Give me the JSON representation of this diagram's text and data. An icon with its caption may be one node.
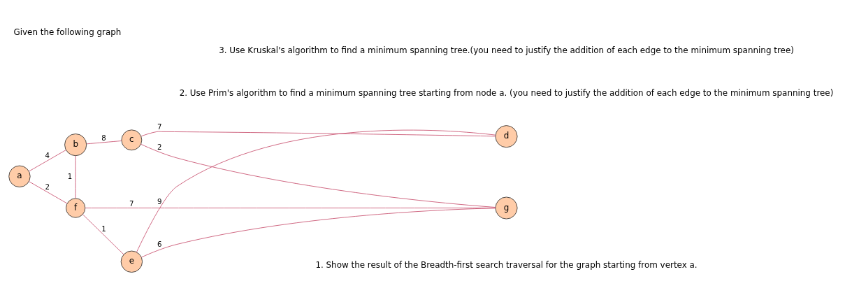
{
  "diagram": {
    "title": "Given the following graph",
    "nodes": [
      {
        "text": [
          "a"
        ]
      },
      {
        "text": [
          "b"
        ]
      },
      {
        "text": [
          "c"
        ]
      },
      {
        "text": [
          "d"
        ]
      },
      {
        "text": [
          "g"
        ]
      },
      {
        "text": [
          "f"
        ]
      },
      {
        "text": [
          "e"
        ]
      }
    ],
    "edges": [
      {
        "from": 0,
        "to": 1,
        "arrow": "none",
        "label": "4"
      },
      {
        "from": 0,
        "to": 5,
        "arrow": "none",
        "label": "2"
      },
      {
        "from": 1,
        "to": 2,
        "arrow": "none",
        "label": "8"
      },
      {
        "from": 1,
        "to": 5,
        "arrow": "none",
        "label": "1"
      },
      {
        "from": 2,
        "to": 3,
        "arrow": "none",
        "label": "7"
      },
      {
        "from": 2,
        "to": 4,
        "arrow": "none",
        "label": "2"
      },
      {
        "from": 4,
        "to": 5,
        "arrow": "none",
        "label": "7"
      },
      {
        "from": 4,
        "to": 6,
        "arrow": "none",
        "label": "6"
      },
      {
        "from": 5,
        "to": 6,
        "arrow": "none",
        "label": "1"
      },
      {
        "from": 3,
        "to": 6,
        "arrow": "none",
        "label": "9"
      }
    ],
    "labels": [
      "1. Show the result of the Breadth-first search traversal for the graph starting from vertex a.",
      "2. Use Prim's algorithm to find a minimum spanning tree starting from node a. (you need to justify the addition of each edge to the minimum spanning tree)",
      "3. Use Kruskal's algorithm to find a minimum spanning tree.(you need to justify the addition of each edge to the minimum spanning tree)"
    ]
  }
}
